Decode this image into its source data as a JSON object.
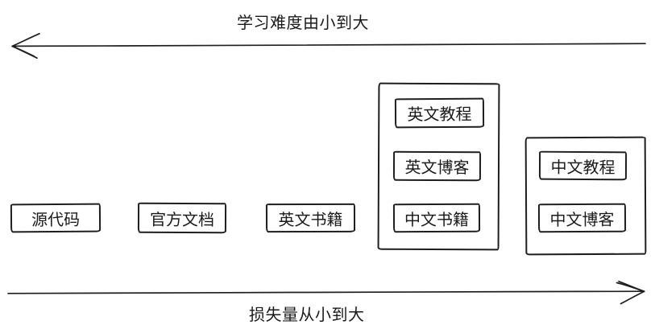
{
  "diagram": {
    "top_axis": {
      "label": "学习难度由小到大",
      "arrow_direction": "left"
    },
    "bottom_axis": {
      "label": "损失量从小到大",
      "arrow_direction": "right"
    },
    "nodes": [
      {
        "id": "source-code",
        "label": "源代码"
      },
      {
        "id": "official-docs",
        "label": "官方文档"
      },
      {
        "id": "english-books",
        "label": "英文书籍"
      },
      {
        "id": "english-tutorials",
        "label": "英文教程"
      },
      {
        "id": "english-blogs",
        "label": "英文博客"
      },
      {
        "id": "chinese-books",
        "label": "中文书籍"
      },
      {
        "id": "chinese-tutorials",
        "label": "中文教程"
      },
      {
        "id": "chinese-blogs",
        "label": "中文博客"
      }
    ],
    "groups": [
      {
        "id": "group-1",
        "members": [
          "english-tutorials",
          "english-blogs",
          "chinese-books"
        ]
      },
      {
        "id": "group-2",
        "members": [
          "chinese-tutorials",
          "chinese-blogs"
        ]
      }
    ],
    "colors": {
      "stroke": "#1e1e1e",
      "text": "#1a1a1a",
      "background": "#ffffff"
    }
  }
}
